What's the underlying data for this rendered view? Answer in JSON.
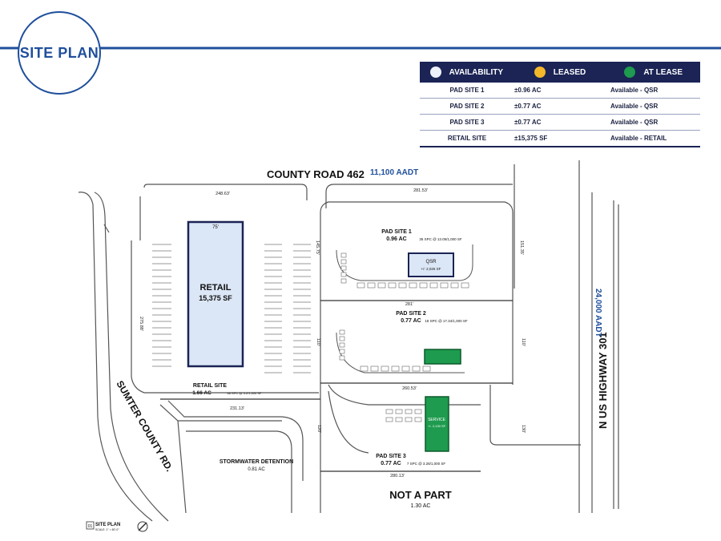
{
  "badge": {
    "label": "SITE PLAN"
  },
  "legend": {
    "statuses": [
      {
        "label": "AVAILABILITY",
        "color": "#eef1f8"
      },
      {
        "label": "LEASED",
        "color": "#f5b82a"
      },
      {
        "label": "AT LEASE",
        "color": "#1e9b4e"
      }
    ],
    "rows": [
      {
        "site": "PAD SITE 1",
        "size": "±0.96 AC",
        "status": "Available - QSR"
      },
      {
        "site": "PAD SITE 2",
        "size": "±0.77 AC",
        "status": "Available - QSR"
      },
      {
        "site": "PAD SITE 3",
        "size": "±0.77 AC",
        "status": "Available - QSR"
      },
      {
        "site": "RETAIL SITE",
        "size": "±15,375 SF",
        "status": "Available - RETAIL"
      }
    ]
  },
  "roads": {
    "county_road": "COUNTY ROAD 462",
    "county_road_aadt": "11,100 AADT",
    "highway": "N US HIGHWAY 301",
    "highway_aadt": "24,000 AADT",
    "sumter": "SUMTER COUNTY RD."
  },
  "parcels": {
    "retail_title": "RETAIL",
    "retail_sf": "15,375 SF",
    "retail_site": "RETAIL SITE",
    "retail_site_ac": "1.66 AC",
    "retail_site_note": "66 SPC @ 4.2/1,000 SF",
    "retail_top_dim": "75'",
    "pad1": "PAD SITE 1",
    "pad1_ac": "0.96 AC",
    "pad1_note": "35 SPC @ 13.05/1,000 SF",
    "qsr": "QSR",
    "qsr_sf": "+/- 2,026 SF",
    "pad2": "PAD SITE 2",
    "pad2_ac": "0.77 AC",
    "pad2_note": "18 SPC @ 17.34/1,000 SF",
    "pad3": "PAD SITE 3",
    "pad3_ac": "0.77 AC",
    "pad3_note": "7 SPC @ 3.28/1,000 SF",
    "service": "SERVICE",
    "service_sf": "+/- 2,130 SF",
    "storm": "STORMWATER DETENTION",
    "storm_ac": "0.81 AC",
    "nap": "NOT A PART",
    "nap_ac": "1.30 AC"
  },
  "dimensions": {
    "d1": "248.63'",
    "d2": "281.53'",
    "d3": "281'",
    "d4": "260.53'",
    "d5": "231.13'",
    "d6": "280.13'",
    "d7": "145.75'",
    "d8": "151.35'",
    "d9": "110'",
    "d10": "110'",
    "d11": "130'",
    "d12": "120'",
    "d13": "275.88'"
  },
  "title_block": {
    "label": "SITE PLAN",
    "num": "01",
    "scale": "SCALE: 1\" = 60'-0\""
  },
  "colors": {
    "navy": "#1b2455",
    "blue": "#1f4f9c",
    "retail_fill": "#dbe6f6",
    "service_fill": "#1e9b4e"
  }
}
